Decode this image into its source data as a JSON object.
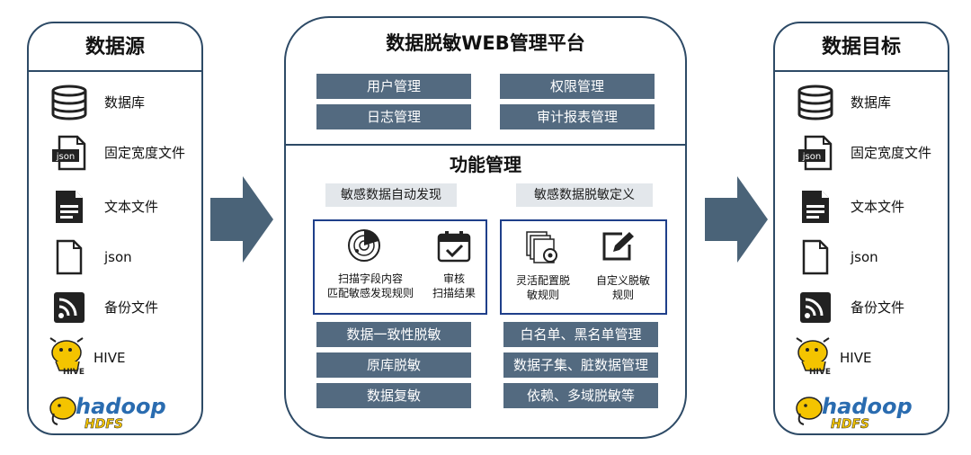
{
  "source": {
    "title": "数据源",
    "items": [
      {
        "icon": "database-icon",
        "label": "数据库"
      },
      {
        "icon": "json-file-icon",
        "label": "固定宽度文件"
      },
      {
        "icon": "document-icon",
        "label": "文本文件"
      },
      {
        "icon": "file-icon",
        "label": "json"
      },
      {
        "icon": "rss-icon",
        "label": "备份文件"
      },
      {
        "icon": "hive-logo",
        "label": "HIVE"
      },
      {
        "icon": "hadoop-hdfs-logo",
        "label": ""
      }
    ]
  },
  "target": {
    "title": "数据目标",
    "items": [
      {
        "icon": "database-icon",
        "label": "数据库"
      },
      {
        "icon": "json-file-icon",
        "label": "固定宽度文件"
      },
      {
        "icon": "document-icon",
        "label": "文本文件"
      },
      {
        "icon": "file-icon",
        "label": "json"
      },
      {
        "icon": "rss-icon",
        "label": "备份文件"
      },
      {
        "icon": "hive-logo",
        "label": "HIVE"
      },
      {
        "icon": "hadoop-hdfs-logo",
        "label": ""
      }
    ]
  },
  "logos": {
    "hive_text": "HIVE",
    "hadoop_text": "hadoop",
    "hdfs_text": "HDFS",
    "json_tag": "json"
  },
  "platform": {
    "title": "数据脱敏WEB管理平台",
    "management": [
      "用户管理",
      "权限管理",
      "日志管理",
      "审计报表管理"
    ],
    "function_title": "功能管理",
    "discovery": {
      "title": "敏感数据自动发现",
      "items": [
        {
          "icon": "radar-icon",
          "line1": "扫描字段内容",
          "line2": "匹配敏感发现规则"
        },
        {
          "icon": "calendar-check-icon",
          "line1": "审核",
          "line2": "扫描结果"
        }
      ]
    },
    "definition": {
      "title": "敏感数据脱敏定义",
      "items": [
        {
          "icon": "files-gear-icon",
          "line1": "灵活配置脱",
          "line2": "敏规则"
        },
        {
          "icon": "edit-icon",
          "line1": "自定义脱敏",
          "line2": "规则"
        }
      ]
    },
    "left_features": [
      "数据一致性脱敏",
      "原库脱敏",
      "数据复敏"
    ],
    "right_features": [
      "白名单、黑名单管理",
      "数据子集、脏数据管理",
      "依赖、多域脱敏等"
    ]
  },
  "colors": {
    "border": "#2d4a66",
    "box": "#536a80",
    "arrow": "#4a6378",
    "frame": "#1f3f8a"
  }
}
